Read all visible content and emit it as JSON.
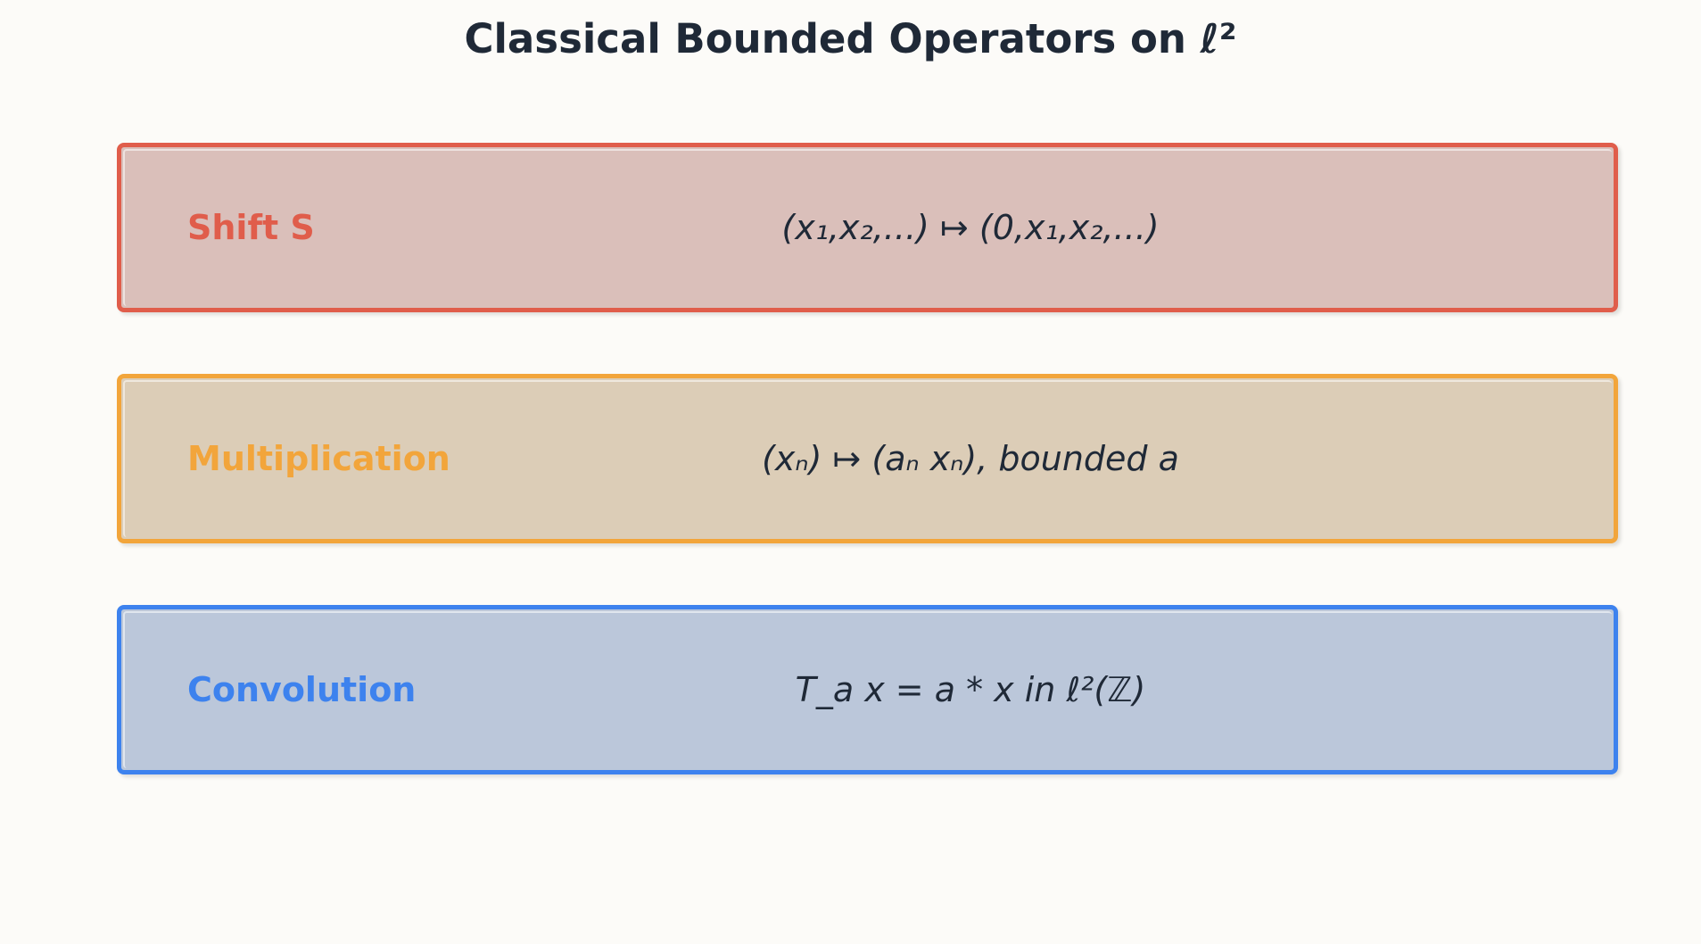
{
  "title": "Classical Bounded Operators on ℓ²",
  "operators": [
    {
      "label": "Shift S",
      "formula": "(x₁,x₂,...) ↦ (0,x₁,x₂,...)",
      "border_color": "#e05d4b",
      "fill_color": "#dabfba"
    },
    {
      "label": "Multiplication",
      "formula": "(xₙ) ↦ (aₙ xₙ), bounded a",
      "border_color": "#f2a53b",
      "fill_color": "#dccdb7"
    },
    {
      "label": "Convolution",
      "formula": "T_a x = a * x in ℓ²(ℤ)",
      "border_color": "#3d82ee",
      "fill_color": "#bbc7da"
    }
  ]
}
